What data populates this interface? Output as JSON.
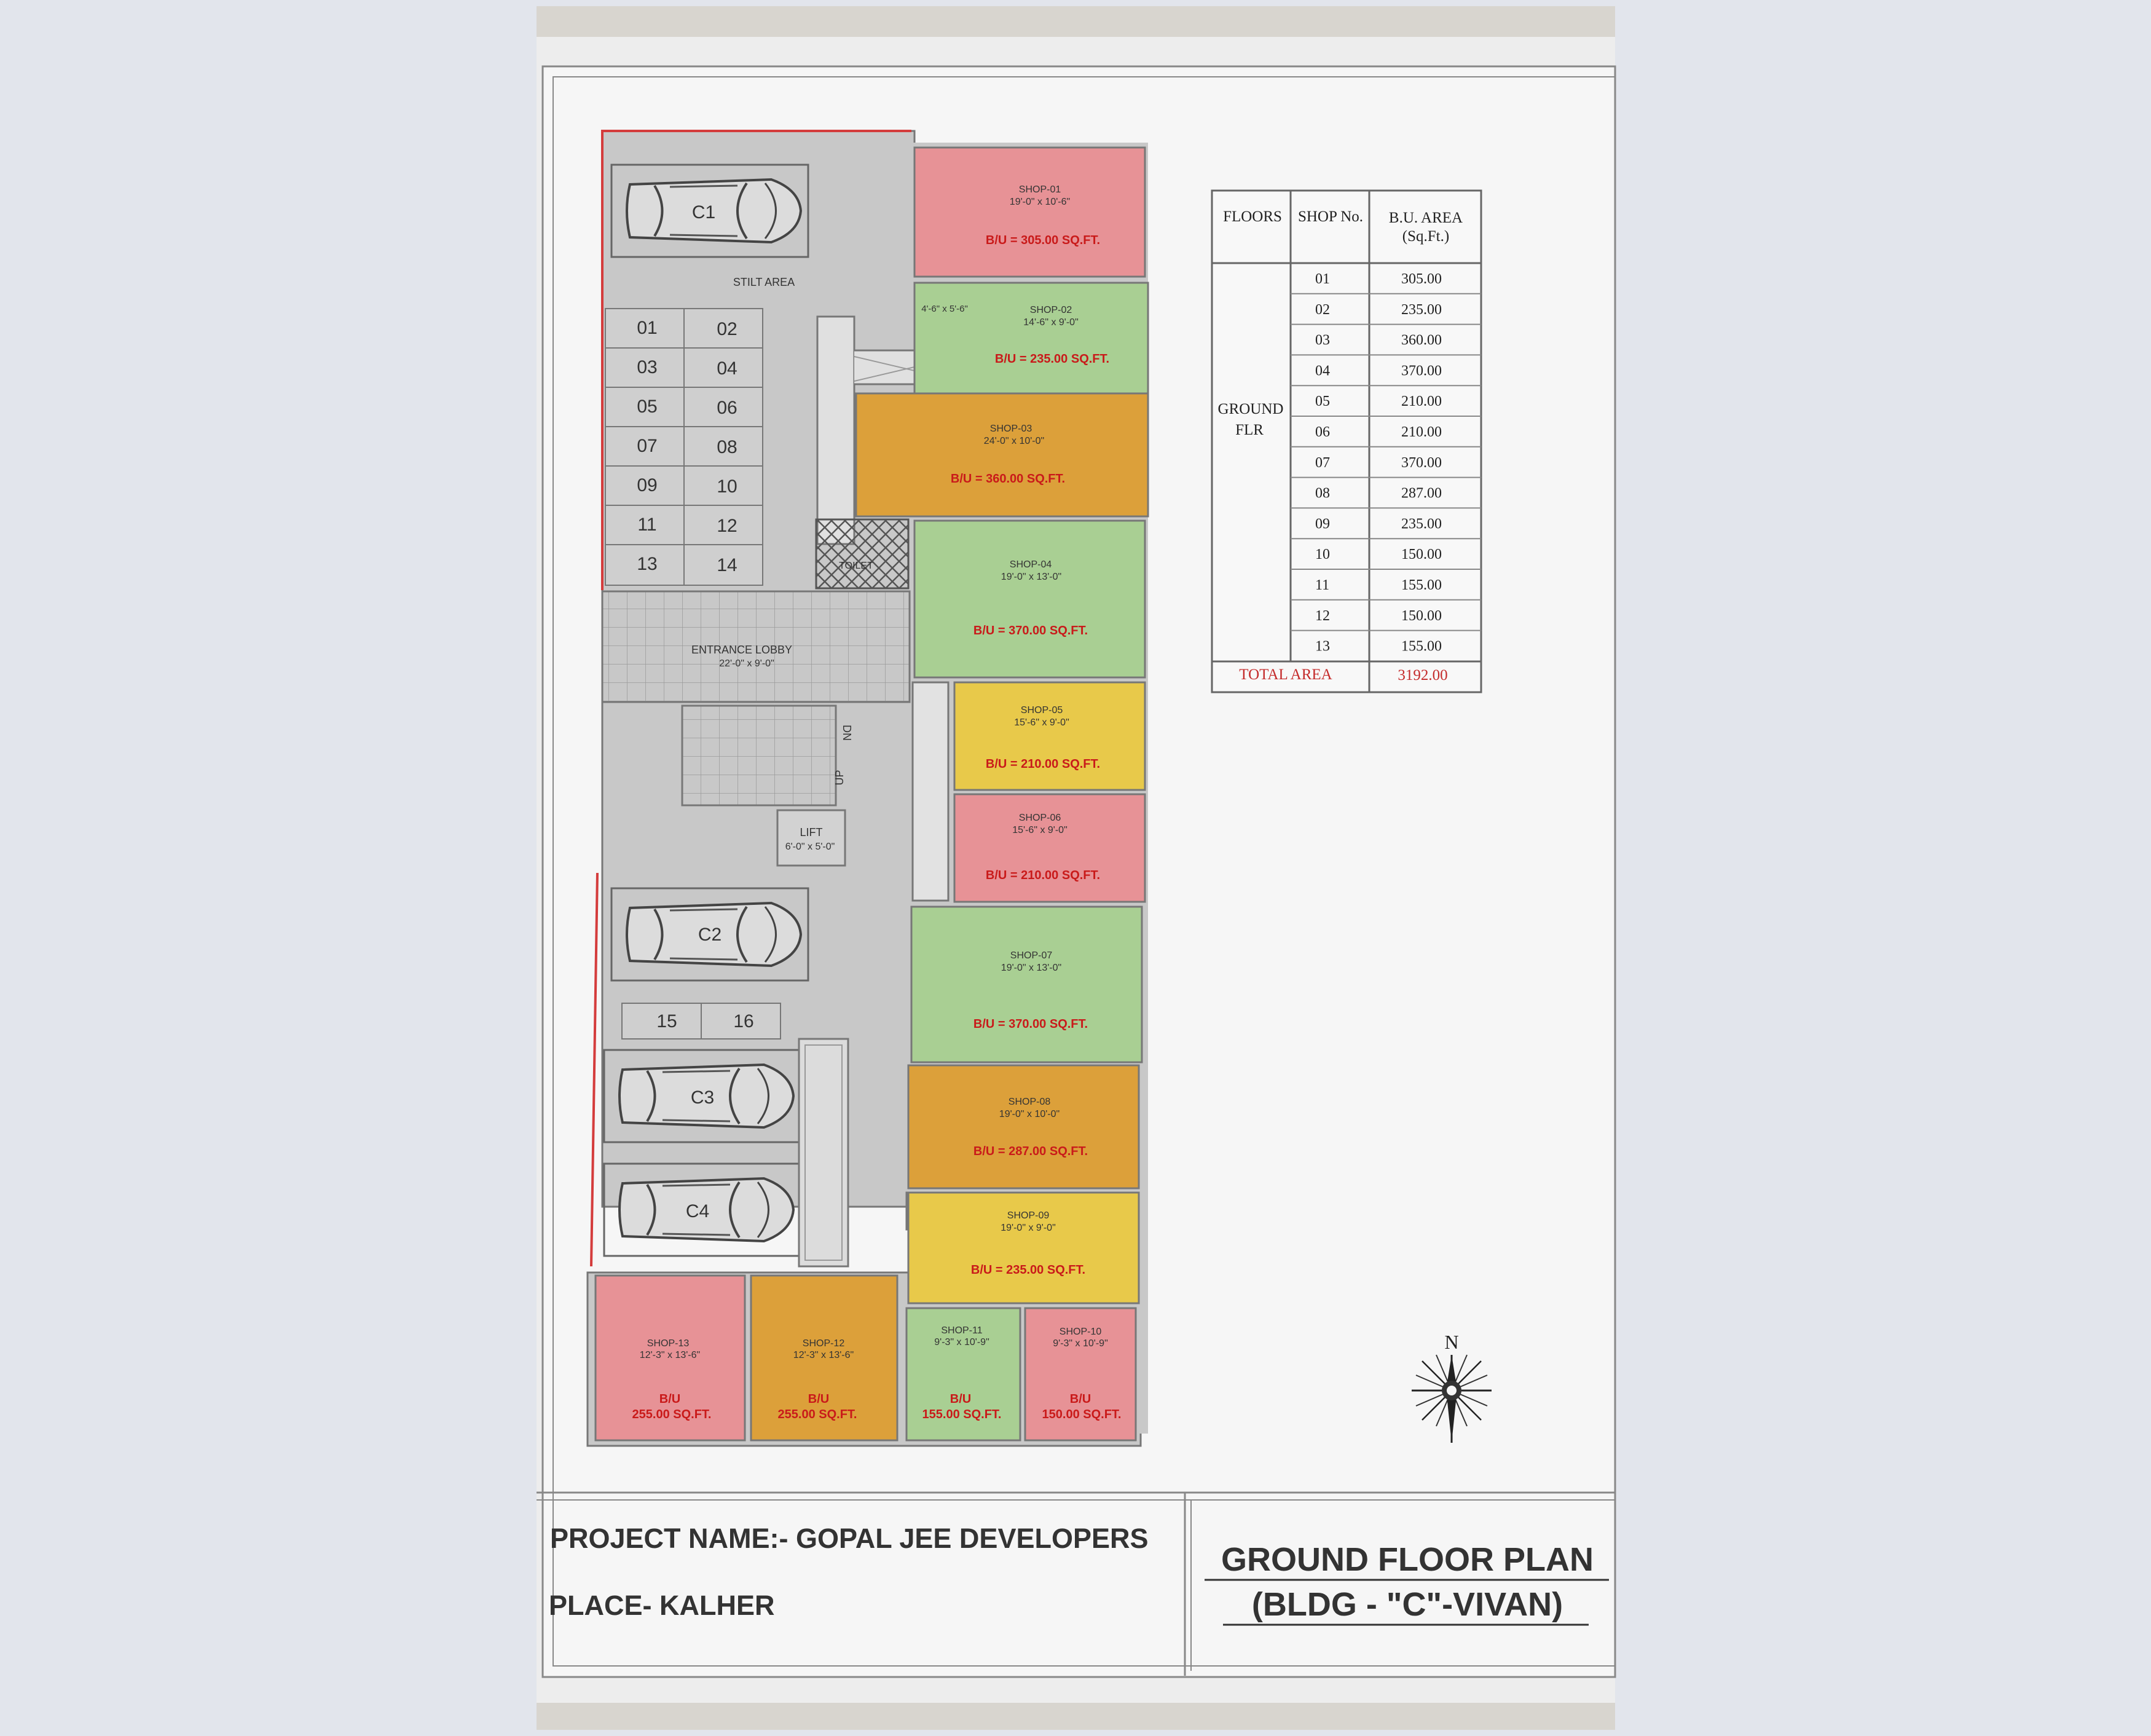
{
  "colors": {
    "background": "#e2e5ec",
    "sheet": "#f4f4f4",
    "pink": "#e79296",
    "green": "#a9cf93",
    "orange": "#dca03a",
    "yellow": "#e8c94a",
    "grey": "#c6c6c6",
    "red_text": "#c91a1a",
    "border_red": "#d43c3c",
    "table_red": "#c42a2a"
  },
  "stilt_area": "STILT AREA",
  "cars": [
    "C1",
    "C2",
    "C3",
    "C4"
  ],
  "parking_slots": [
    "01",
    "02",
    "03",
    "04",
    "05",
    "06",
    "07",
    "08",
    "09",
    "10",
    "11",
    "12",
    "13",
    "14"
  ],
  "parking_slots_lower": [
    "15",
    "16"
  ],
  "lobby": {
    "name": "ENTRANCE LOBBY",
    "size": "22'-0\" x 9'-0\""
  },
  "lift": {
    "name": "LIFT",
    "size": "6'-0\" x 5'-0\""
  },
  "toilet": "TOILET",
  "stair_dn": "DN",
  "stair_up": "UP",
  "passage_dim": "4'-6\" x 5'-6\"",
  "shops": [
    {
      "name": "SHOP-01",
      "size": "19'-0\" x 10'-6\"",
      "area": "B/U = 305.00 SQ.FT."
    },
    {
      "name": "SHOP-02",
      "size": "14'-6\" x 9'-0\"",
      "area": "B/U = 235.00 SQ.FT."
    },
    {
      "name": "SHOP-03",
      "size": "24'-0\" x 10'-0\"",
      "area": "B/U = 360.00 SQ.FT."
    },
    {
      "name": "SHOP-04",
      "size": "19'-0\" x 13'-0\"",
      "area": "B/U = 370.00 SQ.FT."
    },
    {
      "name": "SHOP-05",
      "size": "15'-6\" x 9'-0\"",
      "area": "B/U = 210.00 SQ.FT."
    },
    {
      "name": "SHOP-06",
      "size": "15'-6\" x 9'-0\"",
      "area": "B/U = 210.00 SQ.FT."
    },
    {
      "name": "SHOP-07",
      "size": "19'-0\" x 13'-0\"",
      "area": "B/U = 370.00 SQ.FT."
    },
    {
      "name": "SHOP-08",
      "size": "19'-0\" x 10'-0\"",
      "area": "B/U = 287.00 SQ.FT."
    },
    {
      "name": "SHOP-09",
      "size": "19'-0\" x 9'-0\"",
      "area": "B/U = 235.00 SQ.FT."
    },
    {
      "name": "SHOP-10",
      "size": "9'-3\" x 10'-9\"",
      "area_label": "B/U",
      "area_value": "150.00 SQ.FT."
    },
    {
      "name": "SHOP-11",
      "size": "9'-3\" x 10'-9\"",
      "area_label": "B/U",
      "area_value": "155.00 SQ.FT."
    },
    {
      "name": "SHOP-12",
      "size": "12'-3\" x 13'-6\"",
      "area_label": "B/U",
      "area_value": "255.00 SQ.FT."
    },
    {
      "name": "SHOP-13",
      "size": "12'-3\" x 13'-6\"",
      "area_label": "B/U",
      "area_value": "255.00 SQ.FT."
    }
  ],
  "table": {
    "headers": [
      "FLOORS",
      "SHOP No.",
      "B.U. AREA",
      "(Sq.Ft.)"
    ],
    "floor_label": [
      "GROUND",
      "FLR"
    ],
    "rows": [
      [
        "01",
        "305.00"
      ],
      [
        "02",
        "235.00"
      ],
      [
        "03",
        "360.00"
      ],
      [
        "04",
        "370.00"
      ],
      [
        "05",
        "210.00"
      ],
      [
        "06",
        "210.00"
      ],
      [
        "07",
        "370.00"
      ],
      [
        "08",
        "287.00"
      ],
      [
        "09",
        "235.00"
      ],
      [
        "10",
        "150.00"
      ],
      [
        "11",
        "155.00"
      ],
      [
        "12",
        "150.00"
      ],
      [
        "13",
        "155.00"
      ]
    ],
    "total_label": "TOTAL AREA",
    "total_value": "3192.00"
  },
  "compass": "N",
  "project": "PROJECT  NAME:- GOPAL JEE DEVELOPERS",
  "place": "PLACE- KALHER",
  "plan_title": "GROUND FLOOR PLAN",
  "plan_subtitle": "(BLDG - \"C\"-VIVAN)"
}
